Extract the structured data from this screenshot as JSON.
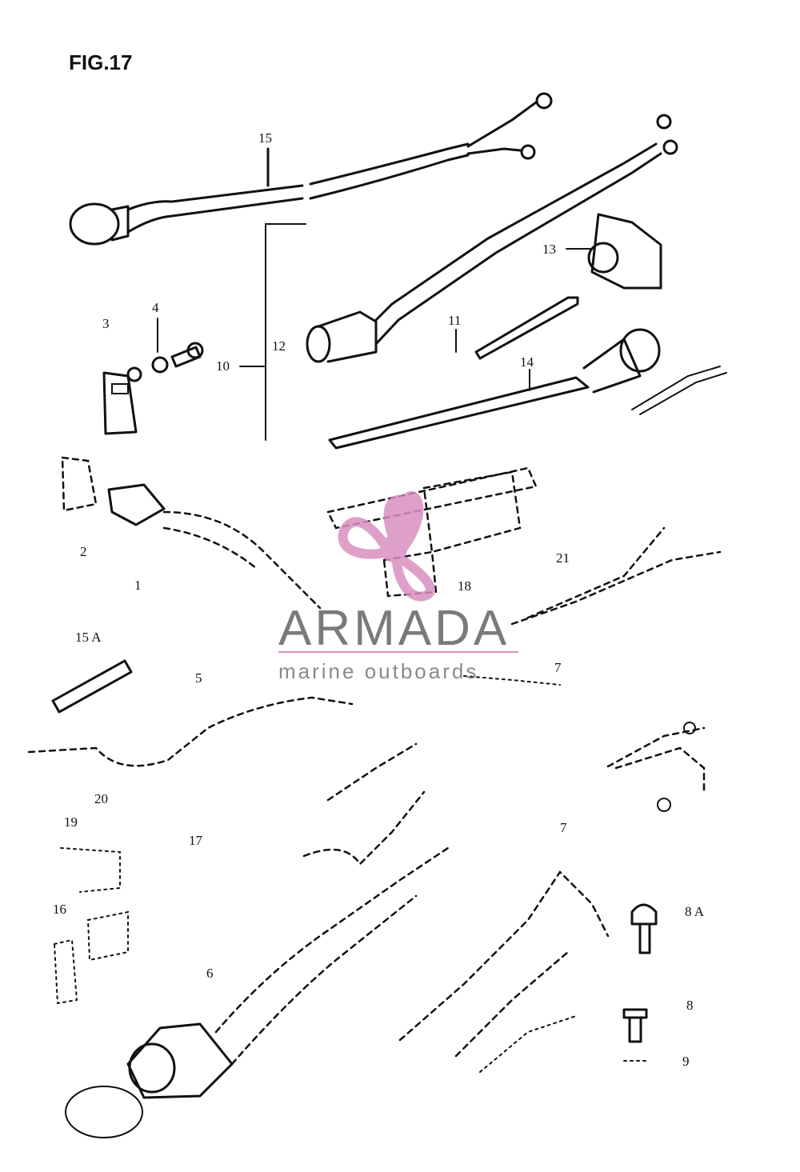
{
  "figure": {
    "title": "FIG.17"
  },
  "callouts": {
    "c15": "15",
    "c10": "10",
    "c13": "13",
    "c12": "12",
    "c11": "11",
    "c14": "14",
    "c3": "3",
    "c4": "4",
    "c2": "2",
    "c1": "1",
    "c21": "21",
    "c18": "18",
    "c15a": "15 A",
    "c5": "5",
    "c20": "20",
    "c19": "19",
    "c17": "17",
    "c7": "7",
    "c16": "16",
    "c8a": "8 A",
    "c6": "6",
    "c8": "8",
    "c9": "9"
  },
  "watermark": {
    "brand": "ARMADA",
    "tagline": "marine outboards",
    "colors": {
      "propeller": "#d98fc0",
      "text": "#7a7a7a",
      "rule": "#d98fc0"
    }
  }
}
